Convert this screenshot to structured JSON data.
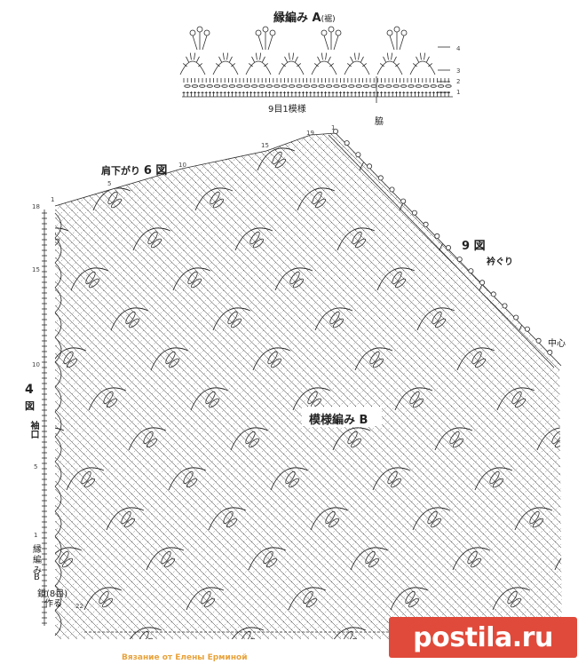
{
  "top_chart": {
    "title": "縁編み A",
    "title_note": "(裾)",
    "repeat_label": "9目1模様",
    "side_label": "脇",
    "row_numbers": [
      "4",
      "3",
      "2",
      "1"
    ]
  },
  "main_chart": {
    "shoulder_label": "肩下がり",
    "shoulder_fig": "6 図",
    "pattern_label": "模様編み B",
    "neck_fig": "9 図",
    "neck_label": "衿ぐり",
    "center_label": "中心",
    "sleeve_fig": "4",
    "sleeve_fig2": "図",
    "sleeve_label": "袖口",
    "edge_label_1": "縁",
    "edge_label_2": "編",
    "edge_label_3": "み",
    "edge_label_4": "B",
    "chain_label": "鎖(8目)",
    "chain_label2": "作る",
    "left_rows": [
      "18",
      "15",
      "10",
      "5",
      "1"
    ],
    "top_counts": [
      "1",
      "5",
      "10",
      "15",
      "19",
      "1"
    ],
    "bottom_count": "22"
  },
  "footer": {
    "credit": "Вязание от Елены Ерминой"
  },
  "watermark": {
    "text": "postila.ru"
  },
  "colors": {
    "ink": "#2a2a2a",
    "credit": "#e8a33c",
    "watermark": "#e04a3a"
  }
}
